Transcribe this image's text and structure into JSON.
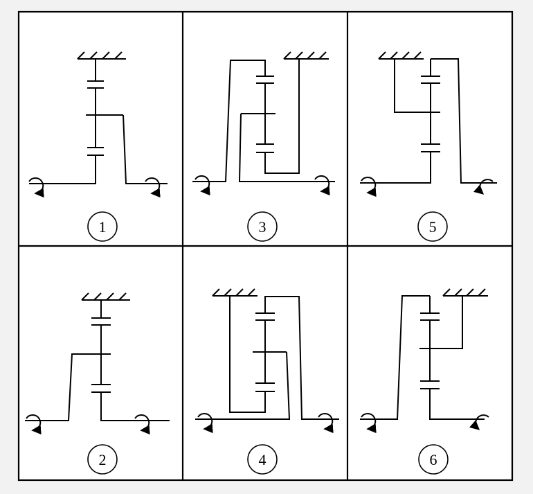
{
  "diagram": {
    "panels": [
      {
        "label": "1"
      },
      {
        "label": "3"
      },
      {
        "label": "5"
      },
      {
        "label": "2"
      },
      {
        "label": "4"
      },
      {
        "label": "6"
      }
    ]
  }
}
